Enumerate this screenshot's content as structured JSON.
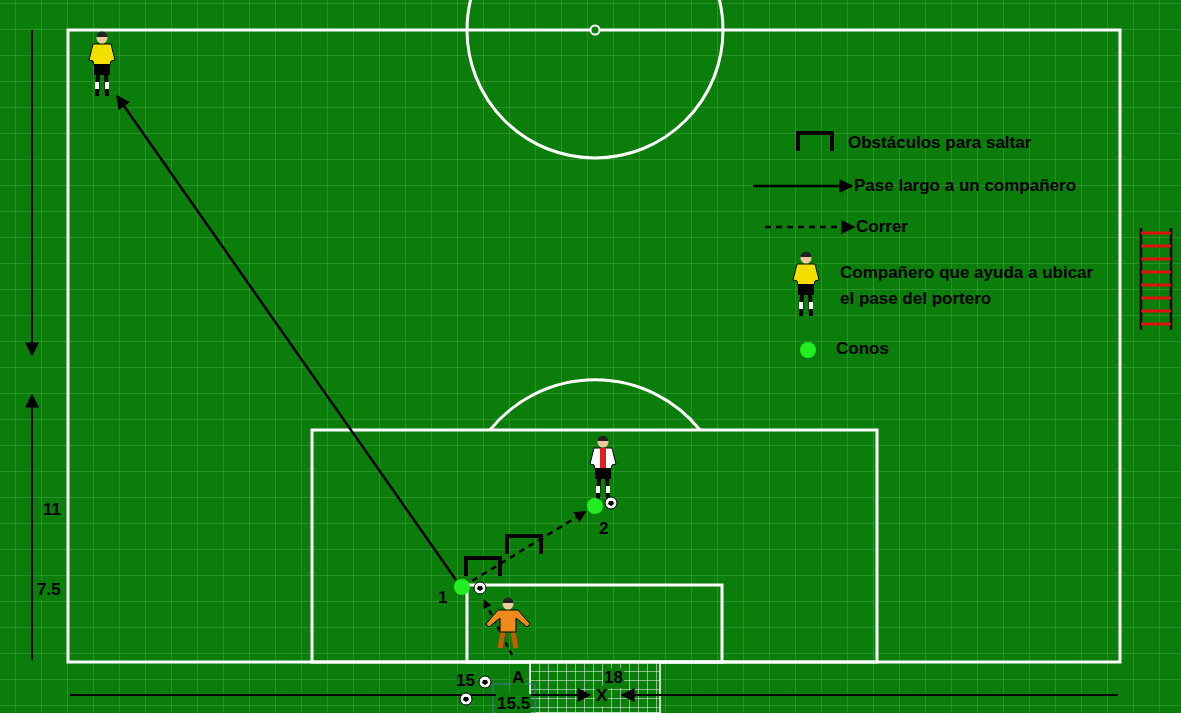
{
  "diagram": {
    "nodes": [
      {
        "text": [
          "1"
        ]
      },
      {
        "text": [
          "2"
        ]
      }
    ],
    "edges": [
      {
        "from": 0,
        "to": 1,
        "arrow": "to"
      }
    ],
    "labels": [
      "11",
      "7.5",
      "15",
      "A",
      "18",
      "15.5",
      "X"
    ],
    "legend": [
      {
        "text": "Obstáculos para saltar"
      },
      {
        "text": "Pase largo a un compañero"
      },
      {
        "text": "Correr"
      },
      {
        "text": "Compañero que ayuda a ubicar el pase del portero"
      },
      {
        "text": "Conos",
        "color": "#22ee22"
      }
    ]
  }
}
